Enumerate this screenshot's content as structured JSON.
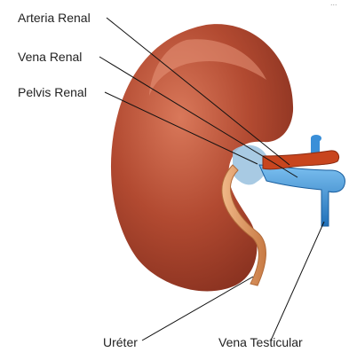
{
  "labels": {
    "arteria_renal": "Arteria Renal",
    "vena_renal": "Vena Renal",
    "pelvis_renal": "Pelvis Renal",
    "ureter": "Uréter",
    "vena_testicular": "Vena Testicular"
  },
  "corner_mark": "...",
  "colors": {
    "kidney": "#a8402a",
    "kidney_highlight": "#d9785a",
    "vein": "#2f8ad8",
    "artery": "#c8451e",
    "pelvis": "#e3a06a",
    "ureter": "#d89056"
  }
}
